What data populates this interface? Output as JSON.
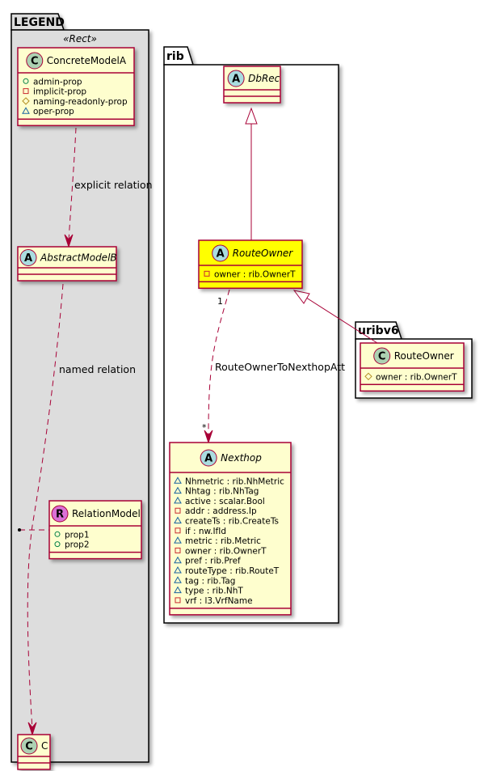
{
  "packages": {
    "legend": {
      "title": "LEGEND",
      "stereotype": "«Rect»"
    },
    "rib": {
      "title": "rib"
    },
    "uribv6": {
      "title": "uribv6"
    }
  },
  "colors": {
    "class_fill": "#FEFECE",
    "class_border": "#A80036",
    "highlight_fill": "#FFFF00",
    "legend_fill": "#DDDDDD",
    "edge": "#A80036",
    "spot_class": "#ADD1B2",
    "spot_abstract": "#A9DCDF",
    "spot_relation": "#DA70D6",
    "vis_public": "#038048",
    "vis_private": "#C82930",
    "vis_protected": "#B38D22",
    "vis_package": "#1963A0"
  },
  "classes": {
    "concrete_model_a": {
      "name": "ConcreteModelA",
      "spot": "C",
      "attrs": [
        {
          "vis": "public",
          "text": "admin-prop"
        },
        {
          "vis": "private",
          "text": "implicit-prop"
        },
        {
          "vis": "protected",
          "text": "naming-readonly-prop"
        },
        {
          "vis": "package",
          "text": "oper-prop"
        }
      ]
    },
    "abstract_model_b": {
      "name": "AbstractModelB",
      "spot": "A",
      "attrs": []
    },
    "relation_model": {
      "name": "RelationModel",
      "spot": "R",
      "attrs": [
        {
          "vis": "public",
          "text": "prop1"
        },
        {
          "vis": "public",
          "text": "prop2"
        }
      ]
    },
    "c": {
      "name": "C",
      "spot": "C",
      "attrs": []
    },
    "db_rec": {
      "name": "DbRec",
      "spot": "A",
      "attrs": []
    },
    "rib_route_owner": {
      "name": "RouteOwner",
      "spot": "A",
      "attrs": [
        {
          "vis": "private",
          "text": "owner : rib.OwnerT"
        }
      ]
    },
    "uribv6_route_owner": {
      "name": "RouteOwner",
      "spot": "C",
      "attrs": [
        {
          "vis": "protected",
          "text": "owner : rib.OwnerT"
        }
      ]
    },
    "nexthop": {
      "name": "Nexthop",
      "spot": "A",
      "attrs": [
        {
          "vis": "package",
          "text": "Nhmetric : rib.NhMetric"
        },
        {
          "vis": "package",
          "text": "Nhtag : rib.NhTag"
        },
        {
          "vis": "package",
          "text": "active : scalar.Bool"
        },
        {
          "vis": "private",
          "text": "addr : address.Ip"
        },
        {
          "vis": "package",
          "text": "createTs : rib.CreateTs"
        },
        {
          "vis": "private",
          "text": "if : nw.IfId"
        },
        {
          "vis": "package",
          "text": "metric : rib.Metric"
        },
        {
          "vis": "private",
          "text": "owner : rib.OwnerT"
        },
        {
          "vis": "package",
          "text": "pref : rib.Pref"
        },
        {
          "vis": "package",
          "text": "routeType : rib.RouteT"
        },
        {
          "vis": "package",
          "text": "tag : rib.Tag"
        },
        {
          "vis": "package",
          "text": "type : rib.NhT"
        },
        {
          "vis": "private",
          "text": "vrf : l3.VrfName"
        }
      ]
    }
  },
  "edges": {
    "explicit_relation": {
      "label": "explicit relation",
      "from": "ConcreteModelA",
      "to": "AbstractModelB",
      "type": "dependency"
    },
    "named_relation": {
      "label": "named relation",
      "from": "AbstractModelB",
      "to": "C",
      "type": "dependency",
      "association_class": "RelationModel"
    },
    "dbrec_inheritance": {
      "from": "RouteOwner",
      "to": "DbRec",
      "type": "generalization"
    },
    "uribv6_inheritance": {
      "from": "uribv6.RouteOwner",
      "to": "rib.RouteOwner",
      "type": "generalization"
    },
    "route_owner_to_nexthop": {
      "label": "RouteOwnerToNexthopAtt",
      "from": "RouteOwner",
      "to": "Nexthop",
      "type": "dependency",
      "from_mult": "1",
      "to_mult": "*"
    }
  }
}
